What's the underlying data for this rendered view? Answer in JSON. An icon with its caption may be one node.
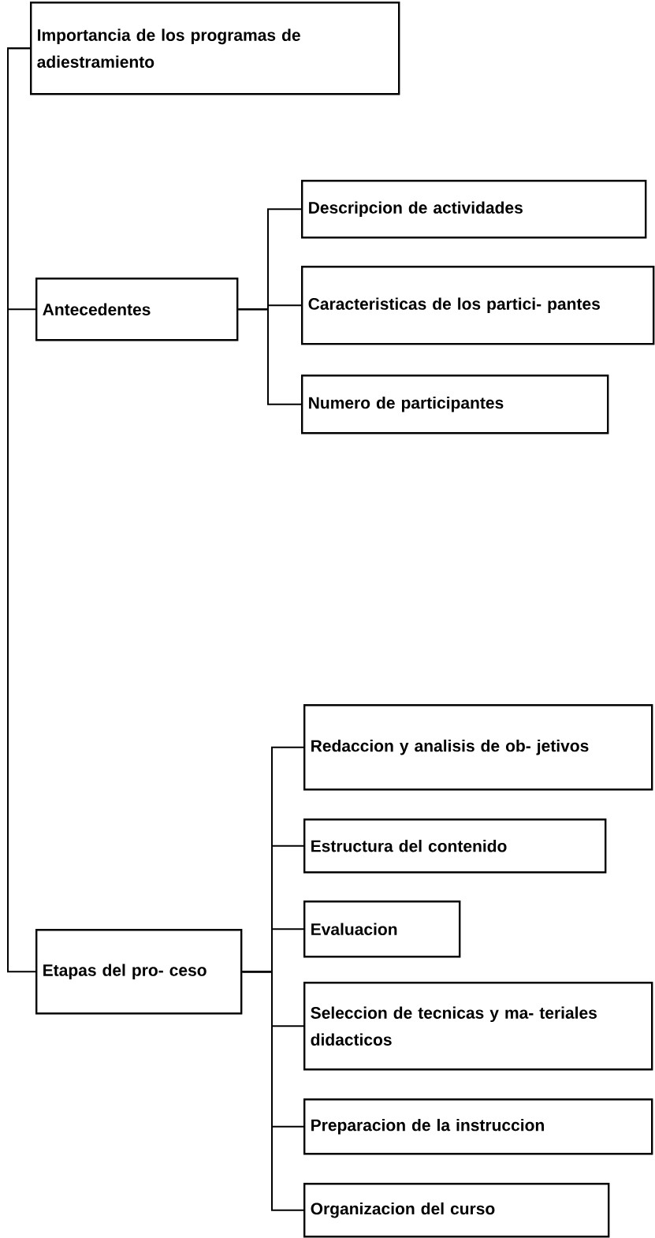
{
  "diagram": {
    "nodes": [
      {
        "text": [
          "Importancia de los programas de adiestramiento"
        ]
      },
      {
        "text": [
          "Antecedentes"
        ]
      },
      {
        "text": [
          "Descripcion de actividades"
        ]
      },
      {
        "text": [
          "Caracteristicas de los partici- pantes"
        ]
      },
      {
        "text": [
          "Numero de participantes"
        ]
      },
      {
        "text": [
          "Etapas del pro- ceso"
        ]
      },
      {
        "text": [
          "Redaccion y analisis de ob- jetivos"
        ]
      },
      {
        "text": [
          "Estructura del contenido"
        ]
      },
      {
        "text": [
          "Evaluacion"
        ]
      },
      {
        "text": [
          "Seleccion de tecnicas y ma- teriales didacticos"
        ]
      },
      {
        "text": [
          "Preparacion de la instruccion"
        ]
      },
      {
        "text": [
          "Organizacion del curso"
        ]
      }
    ],
    "edges": [
      {
        "from": 0,
        "to": 1,
        "arrow": "none"
      },
      {
        "from": 0,
        "to": 5,
        "arrow": "none"
      },
      {
        "from": 1,
        "to": 2,
        "arrow": "none"
      },
      {
        "from": 1,
        "to": 3,
        "arrow": "none"
      },
      {
        "from": 1,
        "to": 4,
        "arrow": "none"
      },
      {
        "from": 5,
        "to": 6,
        "arrow": "none"
      },
      {
        "from": 5,
        "to": 7,
        "arrow": "none"
      },
      {
        "from": 5,
        "to": 8,
        "arrow": "none"
      },
      {
        "from": 5,
        "to": 9,
        "arrow": "none"
      },
      {
        "from": 5,
        "to": 10,
        "arrow": "none"
      },
      {
        "from": 5,
        "to": 11,
        "arrow": "none"
      }
    ]
  }
}
